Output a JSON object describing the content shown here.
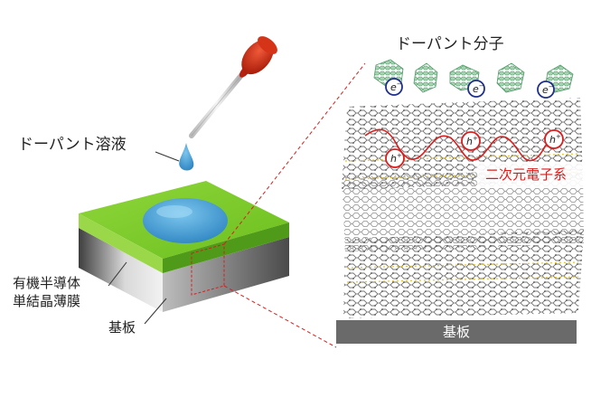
{
  "labels": {
    "dopant_solution": "ドーパント溶液",
    "dopant_molecule": "ドーパント分子",
    "two_d_electron_system": "二次元電子系",
    "film_line1": "有機半導体",
    "film_line2": "単結晶薄膜",
    "substrate_left": "基板",
    "substrate_right": "基板",
    "electron_symbol": "e",
    "electron_charge": "−",
    "hole_symbol": "h",
    "hole_charge": "+"
  },
  "colors": {
    "film_top": "#7fcf2a",
    "film_side": "#5fa81e",
    "substrate": "#6a6a6a",
    "droplet": "#3f9fd6",
    "pipette_bulb": "#cc2a12",
    "two_d_system": "#d81f1f",
    "dopant_molecule": "#7fb88f",
    "crystal_lattice": "#6b6b6b",
    "dashed_zoom": "#d81f1f",
    "electron_ring": "#1f2f8a"
  },
  "icons": [
    "pipette-icon",
    "droplet-icon",
    "dopant-molecule-icon",
    "electron-icon",
    "hole-icon"
  ]
}
